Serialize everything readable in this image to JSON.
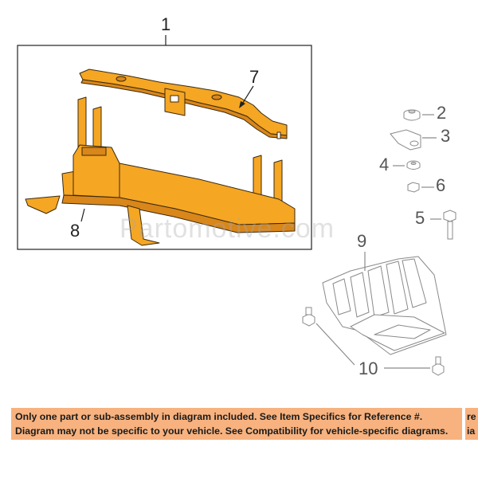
{
  "watermark": "Partomotive.com",
  "callouts": [
    "1",
    "2",
    "3",
    "4",
    "5",
    "6",
    "7",
    "8",
    "9",
    "10"
  ],
  "disclaimer": {
    "line1": "Only one part or sub-assembly in diagram included. See Item Specifics for Reference #.",
    "line2": "Diagram may not be specific to your vehicle. See Compatibility for vehicle-specific diagrams.",
    "overflow1": "re",
    "overflow2": "ia"
  },
  "colors": {
    "highlight_part": "#f5a623",
    "highlight_shadow": "#d9861a",
    "line_art": "#8a8a8a",
    "disclaimer_band": "#f7b27f"
  }
}
